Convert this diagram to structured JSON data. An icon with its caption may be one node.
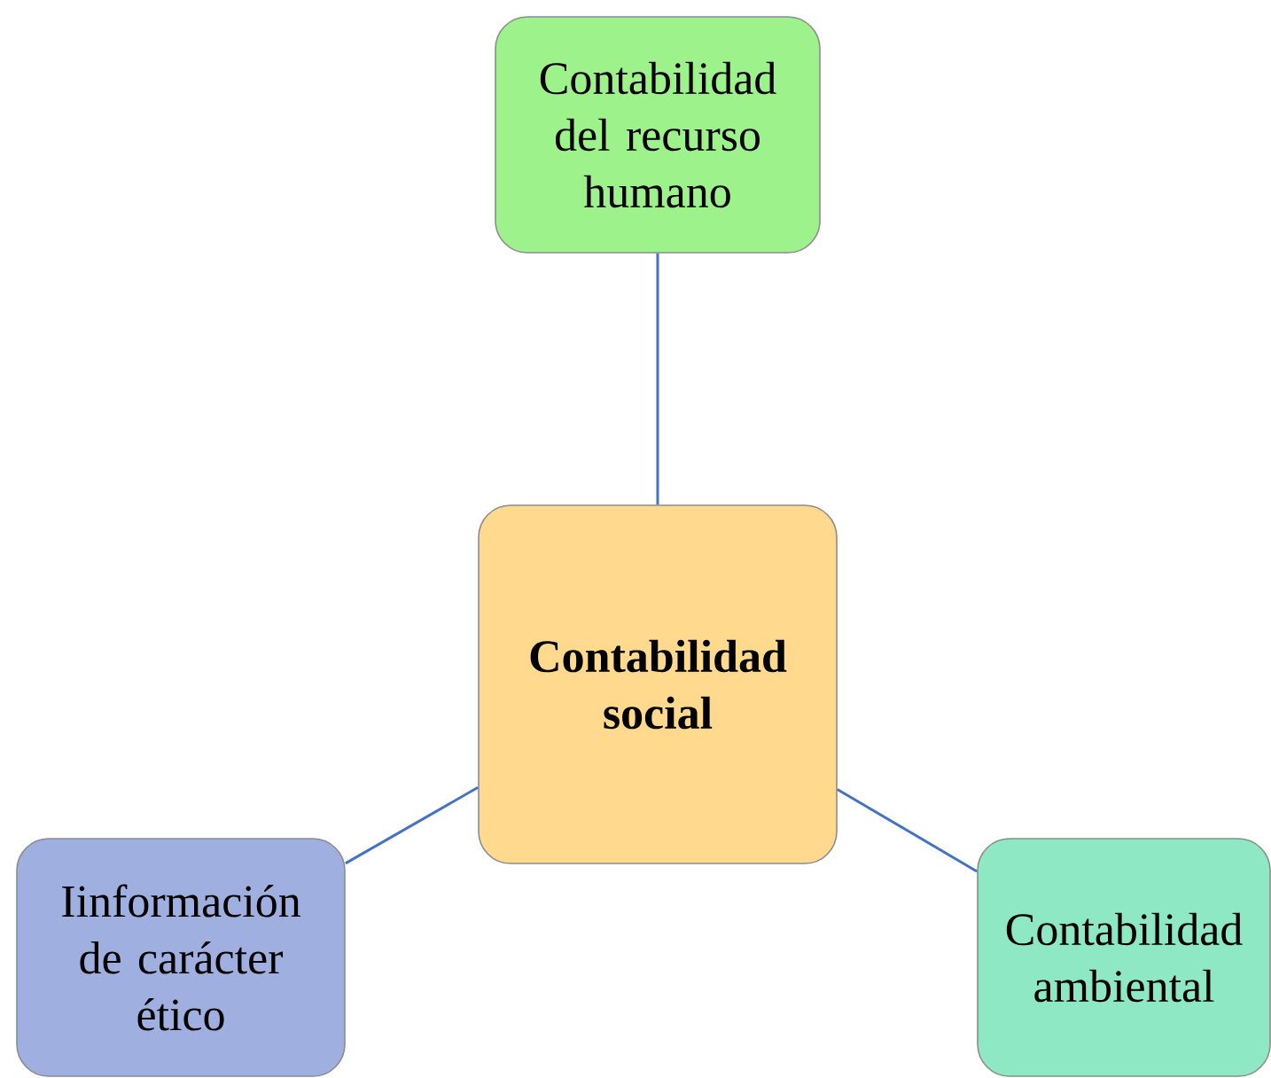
{
  "diagram": {
    "nodes": [
      {
        "text": [
          "Contabilidad social"
        ]
      },
      {
        "text": [
          "Contabilidad del recurso humano"
        ]
      },
      {
        "text": [
          "Iinformación de carácter ético"
        ]
      },
      {
        "text": [
          "Contabilidad ambiental"
        ]
      }
    ],
    "edges": [
      {
        "from": 0,
        "to": 1,
        "arrow": "none"
      },
      {
        "from": 0,
        "to": 2,
        "arrow": "none"
      },
      {
        "from": 0,
        "to": 3,
        "arrow": "none"
      }
    ]
  }
}
